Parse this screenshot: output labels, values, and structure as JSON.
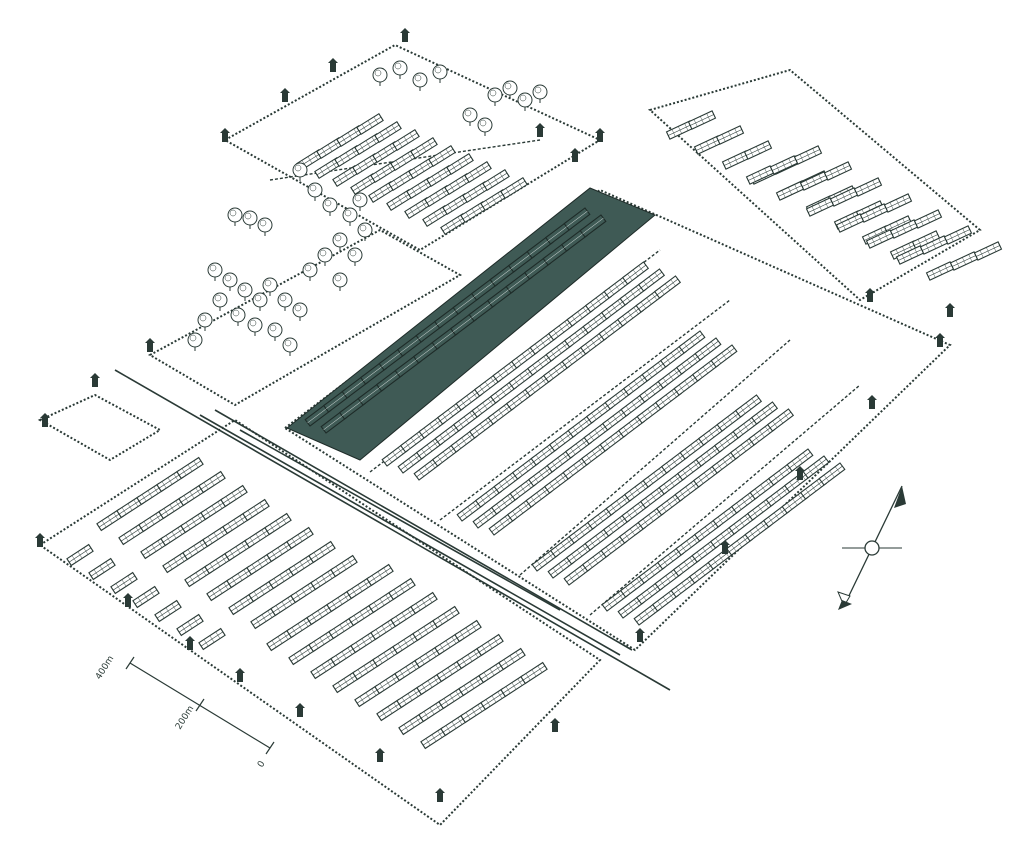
{
  "colors": {
    "ink": "#2a3a36",
    "highlight": "#3f5a55",
    "paper": "#ffffff"
  },
  "scale_bar": {
    "labels": [
      "400m",
      "200m",
      "0"
    ]
  },
  "compass": {
    "icon": "compass-rose-icon"
  },
  "map_features": [
    "fence-perimeter",
    "railway-line",
    "barracks",
    "trees",
    "watchtowers",
    "highlighted-sector"
  ]
}
